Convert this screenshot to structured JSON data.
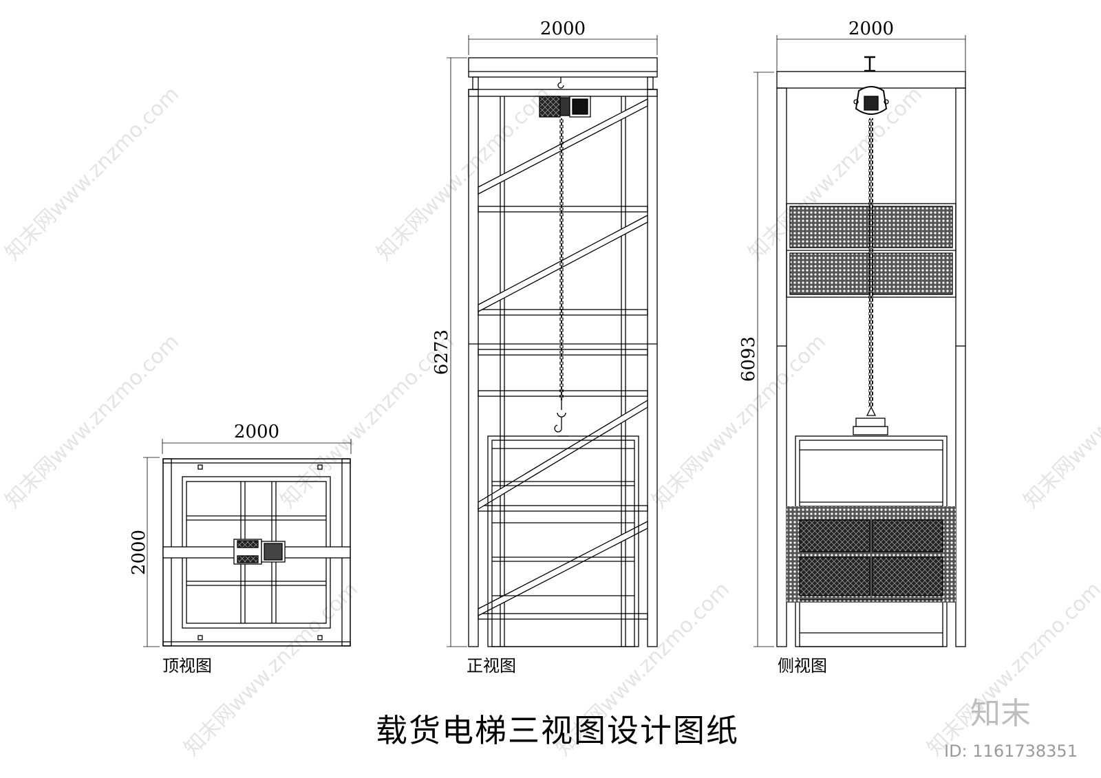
{
  "title": "载货电梯三视图设计图纸",
  "views": {
    "top": {
      "label": "顶视图",
      "width_dim": "2000",
      "height_dim": "2000"
    },
    "front": {
      "label": "正视图",
      "width_dim": "2000",
      "height_dim": "6273"
    },
    "side": {
      "label": "侧视图",
      "width_dim": "2000",
      "height_dim": "6093"
    }
  },
  "watermark": {
    "text": "知末网www.znzmo.com"
  },
  "brand": {
    "logo": "知末",
    "id": "ID: 1161738351"
  }
}
